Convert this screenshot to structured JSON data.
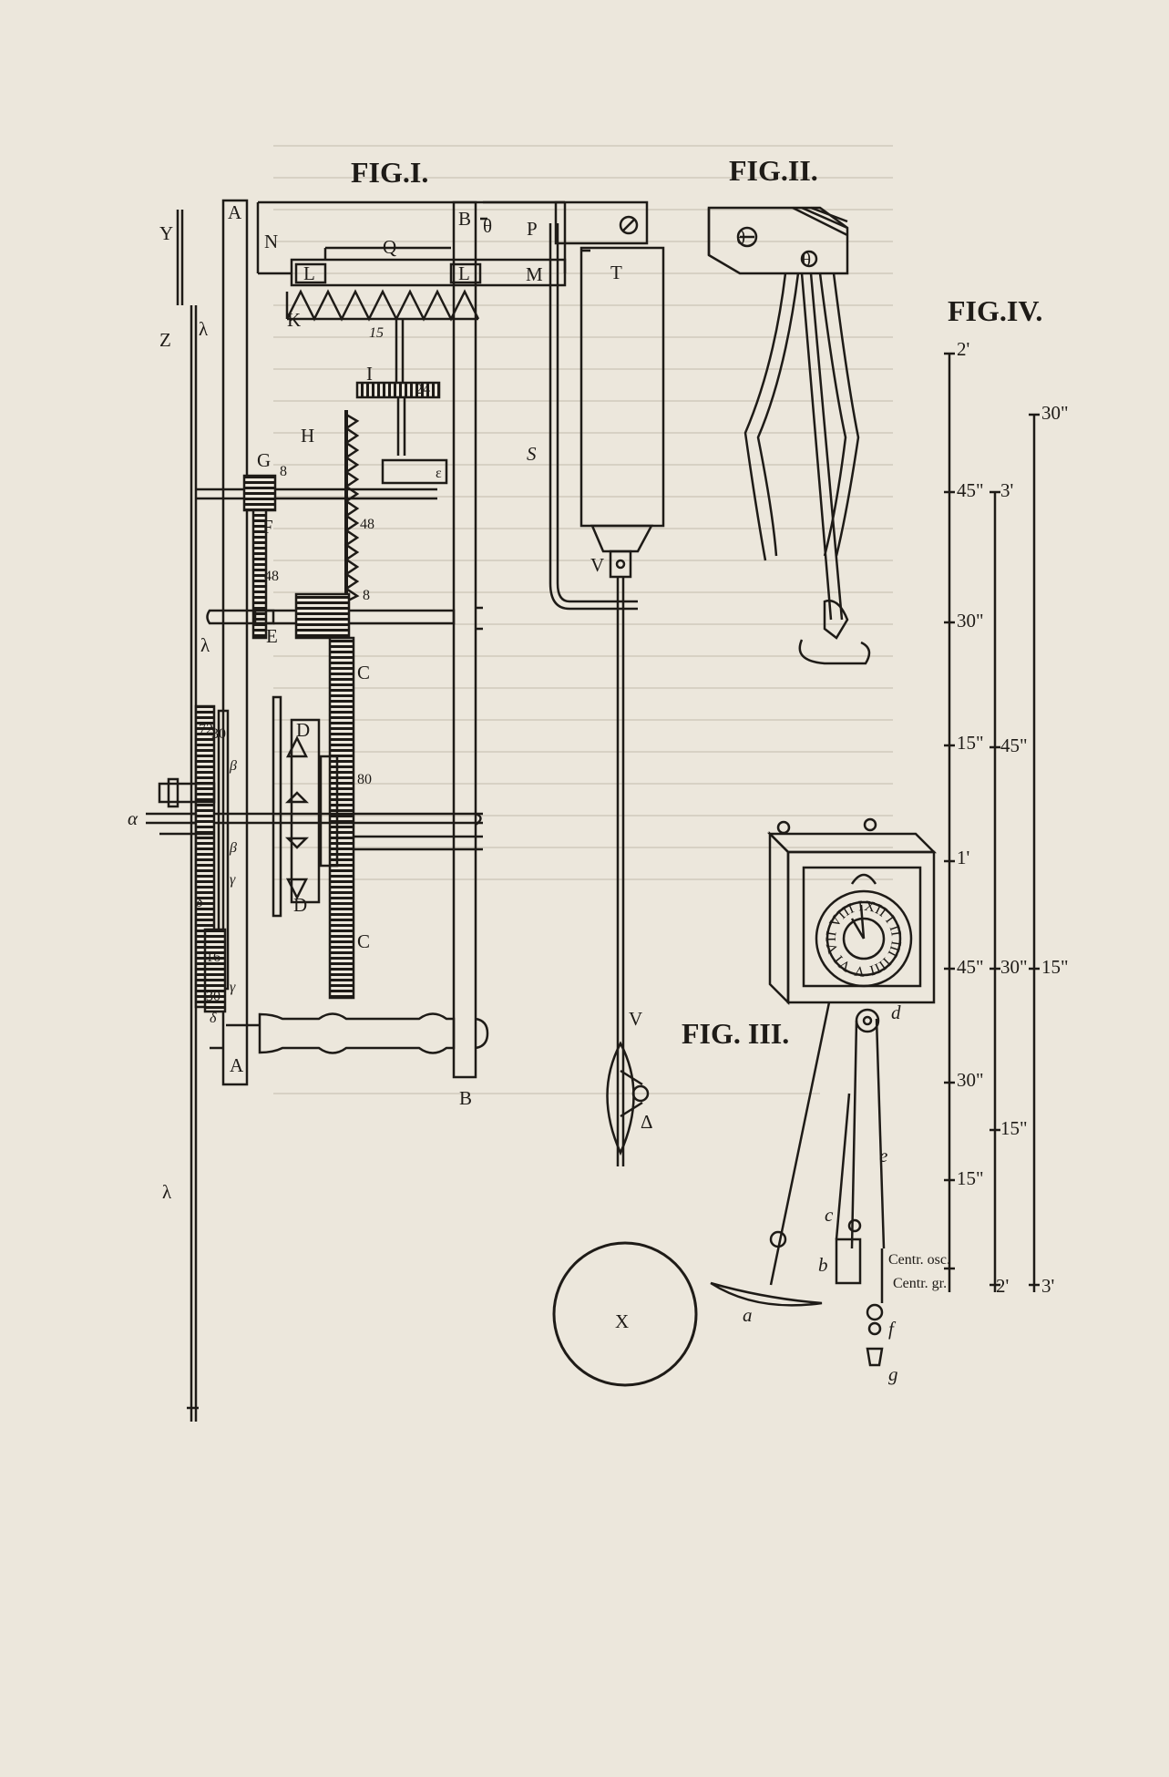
{
  "figures": {
    "fig1": {
      "title": "FIG.I.",
      "labels": {
        "Y": "Y",
        "Z": "Z",
        "lam1": "λ",
        "lam2": "λ",
        "lam3": "λ",
        "A_top": "A",
        "A_bot": "A",
        "N": "N",
        "Q": "Q",
        "B_top": "B",
        "B_bot": "B",
        "theta": "θ",
        "P": "P",
        "L1": "L",
        "L2": "L",
        "M": "M",
        "K": "K",
        "n15": "15",
        "T": "T",
        "I": "I",
        "n24": "24",
        "H": "H",
        "G": "G",
        "n8a": "8",
        "eps": "ε",
        "S": "S",
        "F": "F",
        "n48a": "48",
        "n48b": "48",
        "n8b": "8",
        "E": "E",
        "C1": "C",
        "C2": "C",
        "V1": "V",
        "V2": "V",
        "n72": "72",
        "n30a": "30",
        "beta1": "β",
        "beta2": "β",
        "D1": "D",
        "D2": "D",
        "n80": "80",
        "alpha": "α",
        "gamma1": "γ",
        "gamma2": "γ",
        "delta1": "δ",
        "delta2": "δ",
        "n16": "16",
        "n30b": "30",
        "delta3": "Δ",
        "X": "X"
      }
    },
    "fig2": {
      "title": "FIG.II.",
      "labels": {
        "theta1": "θ",
        "theta2": "θ"
      }
    },
    "fig3": {
      "title": "FIG. III.",
      "dial": "XII I II III IIII V VI VII VIII IX X XI",
      "labels": {
        "a": "a",
        "b": "b",
        "c": "c",
        "d": "d",
        "e": "e",
        "f": "f",
        "g": "g"
      }
    },
    "fig4": {
      "title": "FIG.IV.",
      "scale_left": [
        "2'",
        "45\"",
        "30\"",
        "15\"",
        "1'",
        "45\"",
        "30\"",
        "15\"",
        "2'"
      ],
      "scale_mid": [
        "3'",
        "45\"",
        "30\"",
        "15\""
      ],
      "scale_right": [
        "30\"",
        "15\"",
        "3'"
      ],
      "centr_osc": "Centr. osc.",
      "centr_gr": "Centr. gr."
    }
  },
  "colors": {
    "paper": "#ece7dc",
    "ink": "#1e1b17",
    "ghost": "#cfc8bb"
  }
}
